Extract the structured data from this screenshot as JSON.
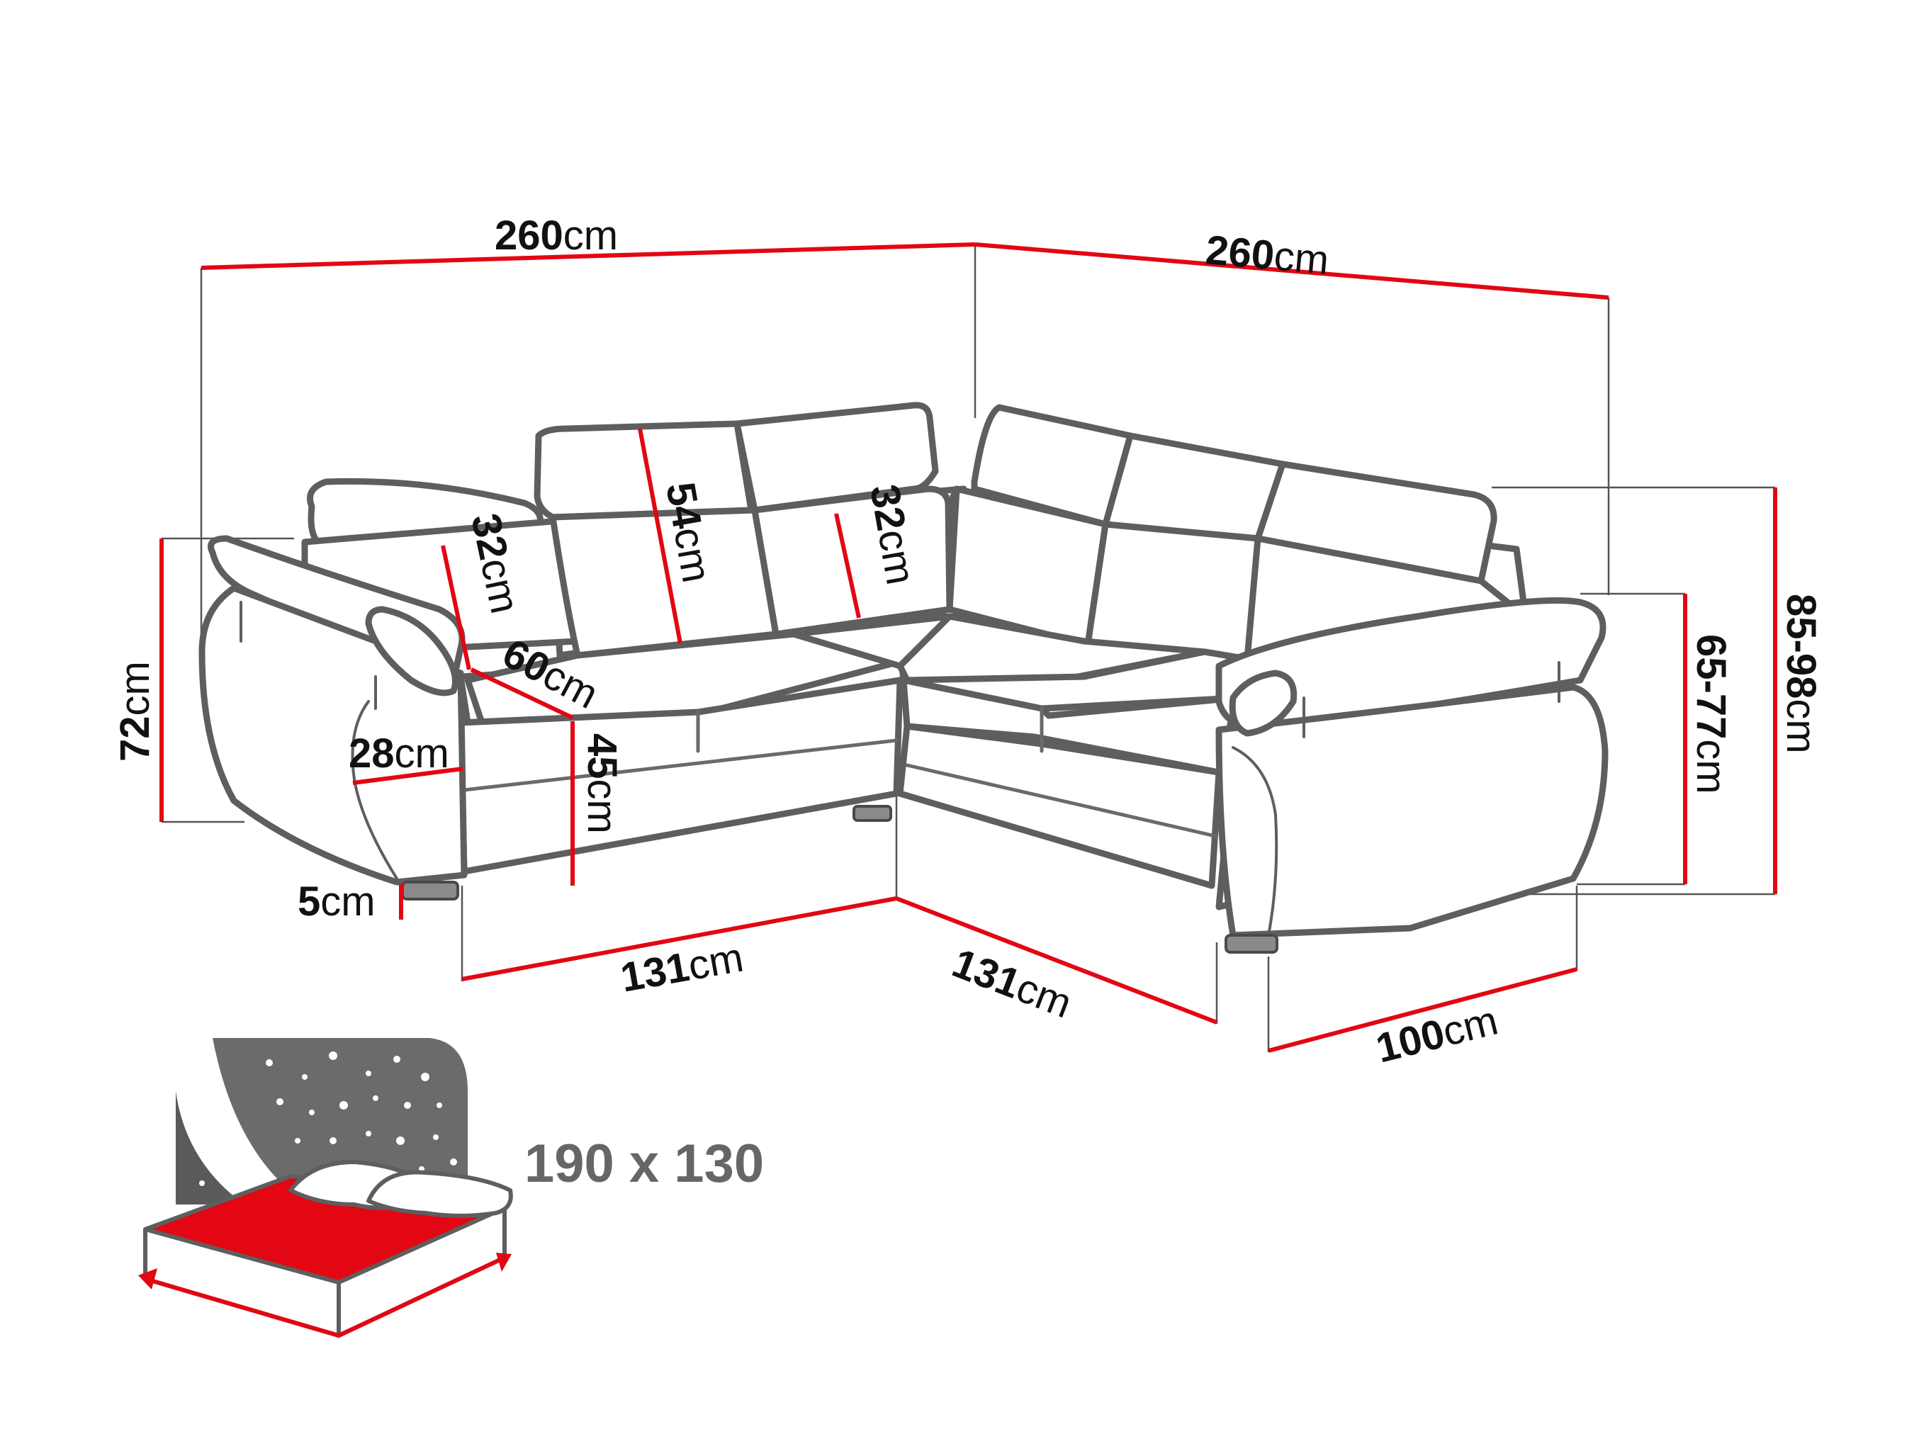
{
  "dimensions": {
    "total_width_left": {
      "value": "260",
      "unit": "cm"
    },
    "total_width_right": {
      "value": "260",
      "unit": "cm"
    },
    "arm_height": {
      "value": "72",
      "unit": "cm"
    },
    "headrest_height": {
      "value": "54",
      "unit": "cm"
    },
    "headrest_tilt_left": {
      "value": "32",
      "unit": "cm"
    },
    "headrest_tilt_right": {
      "value": "32",
      "unit": "cm"
    },
    "seat_depth": {
      "value": "60",
      "unit": "cm"
    },
    "seat_height": {
      "value": "45",
      "unit": "cm"
    },
    "arm_width": {
      "value": "28",
      "unit": "cm"
    },
    "leg_height": {
      "value": "5",
      "unit": "cm"
    },
    "front_left": {
      "value": "131",
      "unit": "cm"
    },
    "front_right": {
      "value": "131",
      "unit": "cm"
    },
    "depth": {
      "value": "100",
      "unit": "cm"
    },
    "back_height": {
      "value": "65-77",
      "unit": "cm"
    },
    "max_height": {
      "value": "85-98",
      "unit": "cm"
    }
  },
  "sleeping_area": {
    "label": "190 x 130"
  },
  "colors": {
    "dimension_line": "#e30613",
    "outline": "#5e5e5e",
    "mattress": "#e30613",
    "night_panel": "#6b6b6b"
  },
  "icons": [
    "sofa-outline",
    "bed-icon",
    "pillow-icon",
    "star-icon"
  ]
}
